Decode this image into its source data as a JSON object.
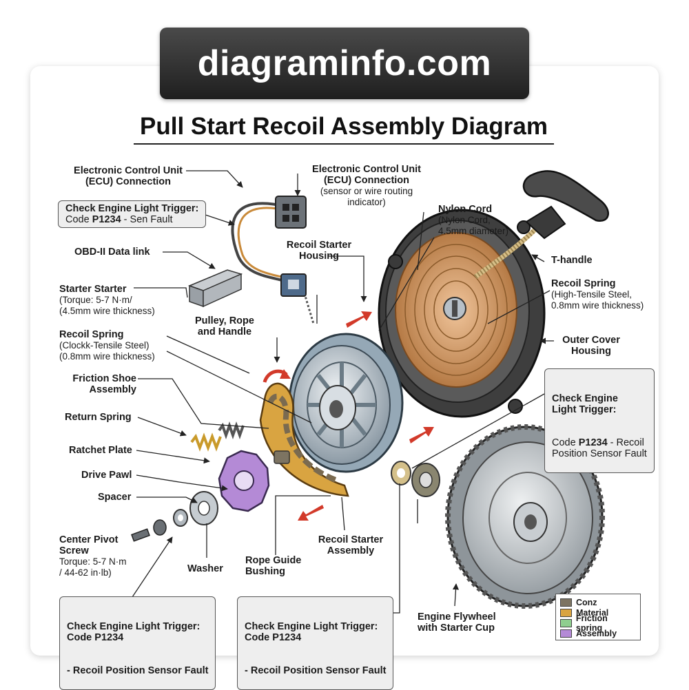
{
  "watermark": "diagraminfo.com",
  "title": "Pull Start Recoil Assembly Diagram",
  "labels": {
    "ecu_left": {
      "name": "Electronic Control Unit\n(ECU) Connection"
    },
    "ecu_right": {
      "name": "Electronic Control Unit\n(ECU) Connection",
      "detail": "(sensor or wire routing\nindicator)"
    },
    "obd": {
      "name": "OBD-II Data link"
    },
    "starter": {
      "name": "Starter Starter",
      "detail": "(Torque: 5-7 N·m/\n(4.5mm wire thickness)"
    },
    "recoil_spring_left": {
      "name": "Recoil Spring",
      "detail": "(Clockk-Tensile Steel)\n(0.8mm wire thickness)"
    },
    "friction_shoe": {
      "name": "Friction Shoe\nAssembly"
    },
    "return_spring": {
      "name": "Return Spring"
    },
    "ratchet_plate": {
      "name": "Ratchet Plate"
    },
    "drive_pawl": {
      "name": "Drive Pawl"
    },
    "spacer": {
      "name": "Spacer"
    },
    "center_pivot": {
      "name": "Center Pivot\nScrew",
      "detail": "Torque: 5-7 N·m\n/ 44-62 in·lb)"
    },
    "washer": {
      "name": "Washer"
    },
    "rope_guide": {
      "name": "Rope Guide\nBushing"
    },
    "recoil_starter_assembly": {
      "name": "Recoil Starter\nAssembly"
    },
    "pulley": {
      "name": "Pulley, Rope\nand Handle"
    },
    "recoil_housing": {
      "name": "Recoil Starter\nHousing"
    },
    "nylon_cord": {
      "name": "Nylon Cord",
      "detail": "(Nylon Cord,\n4.5mm diameter)"
    },
    "t_handle": {
      "name": "T-handle"
    },
    "recoil_spring_right": {
      "name": "Recoil Spring",
      "detail": "(High-Tensile Steel,\n0.8mm wire thickness)"
    },
    "outer_cover": {
      "name": "Outer Cover\nHousing"
    },
    "flywheel": {
      "name": "Engine Flywheel\nwith Starter Cup"
    }
  },
  "callouts": {
    "top_left": {
      "title": "Check Engine Light Trigger:",
      "code_prefix": "Code ",
      "code": "P1234",
      "code_suffix": " - Sen Fault"
    },
    "right": {
      "title": "Check Engine\nLight Trigger:",
      "code_prefix": "Code ",
      "code": "P1234",
      "code_suffix": " - Recoil\nPosition Sensor Fault"
    },
    "bottom_left": {
      "title": "Check Engine Light Trigger:\nCode P1234",
      "detail": "- Recoil Position Sensor Fault"
    },
    "bottom_center": {
      "title": "Check Engine Light Trigger:\nCode P1234",
      "detail": "- Recoil Position Sensor Fault"
    }
  },
  "legend": [
    {
      "label": "Conz",
      "color": "#7d7462"
    },
    {
      "label": "Material",
      "color": "#d9a441"
    },
    {
      "label": "Friction spring",
      "color": "#8fce8f"
    },
    {
      "label": "Assembly",
      "color": "#b48ad6"
    }
  ]
}
